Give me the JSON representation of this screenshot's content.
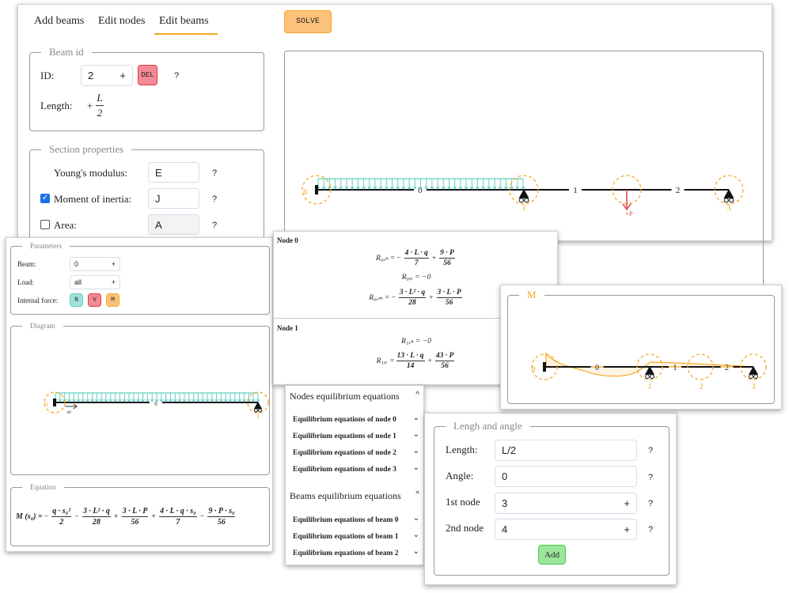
{
  "main": {
    "tabs": [
      {
        "label": "Add beams"
      },
      {
        "label": "Edit nodes"
      },
      {
        "label": "Edit beams",
        "active": true
      }
    ],
    "solve_label": "SOLVE",
    "beam_id": {
      "legend": "Beam id",
      "id_label": "ID:",
      "id_value": "2",
      "stepper": "+",
      "del_label": "DEL",
      "help": "?",
      "length_label": "Length:",
      "length_sign": "+",
      "length_num": "L",
      "length_den": "2"
    },
    "section": {
      "legend": "Section properties",
      "rows": [
        {
          "label": "Young's modulus:",
          "value": "E",
          "help": "?"
        },
        {
          "label": "Moment of inertia:",
          "value": "J",
          "help": "?",
          "checked": true
        },
        {
          "label": "Area:",
          "value": "A",
          "help": "?",
          "checked": false
        }
      ]
    },
    "structure": {
      "beam_labels": [
        "0",
        "1",
        "2"
      ],
      "node_labels": [
        "0",
        "1",
        "3"
      ],
      "load_label": "+P"
    }
  },
  "parameters": {
    "legend": "Parameters",
    "beam_label": "Beam:",
    "beam_value": "0",
    "load_label": "Load:",
    "load_value": "all",
    "stepper": "+",
    "internal_force_label": "Internal force:",
    "forces": [
      {
        "label": "N",
        "color": "#9fe3d9"
      },
      {
        "label": "V",
        "color": "#f28b96"
      },
      {
        "label": "M",
        "color": "#fdc27a"
      }
    ]
  },
  "diagram": {
    "legend": "Diagram",
    "beam_label": "0",
    "node_labels": [
      "0",
      "1"
    ],
    "coord_label": "s0"
  },
  "equation": {
    "legend": "Equation",
    "lhs": "M (s₀) =",
    "terms": [
      {
        "sign": "−",
        "num": "q · s₀²",
        "den": "2"
      },
      {
        "sign": "−",
        "num": "3 · L² · q",
        "den": "28"
      },
      {
        "sign": "+",
        "num": "3 · L · P",
        "den": "56"
      },
      {
        "sign": "+",
        "num": "4 · L · q · s₀",
        "den": "7"
      },
      {
        "sign": "−",
        "num": "9 · P · s₀",
        "den": "56"
      }
    ]
  },
  "reactions": {
    "nodes": [
      {
        "title": "Node 0",
        "eqs": [
          {
            "lhs": "R₀,ₕ =",
            "terms": [
              {
                "sign": "−",
                "num": "4 · L · q",
                "den": "7"
              },
              {
                "sign": "+",
                "num": "9 · P",
                "den": "56"
              }
            ]
          },
          {
            "lhs": "R₀,ᵥ = −0",
            "terms": []
          },
          {
            "lhs": "R₀,ₘ =",
            "terms": [
              {
                "sign": "−",
                "num": "3 · L² · q",
                "den": "28"
              },
              {
                "sign": "+",
                "num": "3 · L · P",
                "den": "56"
              }
            ]
          }
        ]
      },
      {
        "title": "Node 1",
        "eqs": [
          {
            "lhs": "R₁,ₕ = −0",
            "terms": []
          },
          {
            "lhs": "R₁,ᵥ =",
            "terms": [
              {
                "sign": "",
                "num": "13 · L · q",
                "den": "14"
              },
              {
                "sign": "+",
                "num": "43 · P",
                "den": "56"
              }
            ]
          }
        ]
      }
    ]
  },
  "moment_panel": {
    "legend": "M",
    "beam_labels": [
      "0",
      "1",
      "2"
    ],
    "node_labels": [
      "0",
      "1",
      "2",
      "3"
    ],
    "color": "#f5a623"
  },
  "equilibrium": {
    "nodes_header": "Nodes equilibrium equations",
    "nodes_items": [
      "Equilibrium equations of node 0",
      "Equilibrium equations of node 1",
      "Equilibrium equations of node 2",
      "Equilibrium equations of node 3"
    ],
    "beams_header": "Beams equilibrium equations",
    "beams_items": [
      "Equilibrium equations of beam 0",
      "Equilibrium equations of beam 1",
      "Equilibrium equations of beam 2"
    ],
    "chev_up": "^",
    "chev_down": "⌄"
  },
  "add_beam": {
    "legend": "Lengh and angle",
    "length_label": "Length:",
    "length_value": "L/2",
    "angle_label": "Angle:",
    "angle_value": "0",
    "node1_label": "1st node",
    "node1_value": "3",
    "node2_label": "2nd node",
    "node2_value": "4",
    "stepper": "+",
    "help": "?",
    "add_label": "Add"
  },
  "colors": {
    "accent": "#f5a623",
    "load": "#5fcfc0",
    "point_load": "#e53945",
    "del": "#f28b96",
    "add": "#9be59b",
    "solve": "#fdc27a"
  }
}
